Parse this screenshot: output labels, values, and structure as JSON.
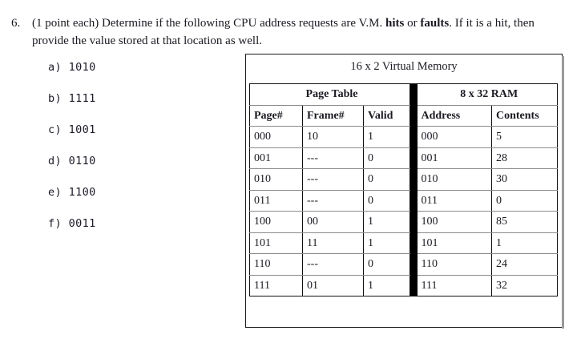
{
  "question": {
    "number": "6.",
    "line1_a": "(1 point each) Determine if the following CPU address requests are V.M. ",
    "bold1": "hits",
    "line1_b": " or ",
    "bold2": "faults",
    "line1_c": ". If it is a hit, then",
    "line2": "provide the value stored at that location as well."
  },
  "answers": [
    {
      "label": "a) 1010"
    },
    {
      "label": "b) 1111"
    },
    {
      "label": "c) 1001"
    },
    {
      "label": "d) 0110"
    },
    {
      "label": "e) 1100"
    },
    {
      "label": "f) 0011"
    }
  ],
  "diagram": {
    "title": "16 x 2 Virtual Memory",
    "group_headers": {
      "page_table": "Page Table",
      "ram": "8 x 32 RAM"
    },
    "columns": {
      "page": "Page#",
      "frame": "Frame#",
      "valid": "Valid",
      "address": "Address",
      "contents": "Contents"
    },
    "rows": [
      {
        "page": "000",
        "frame": "10",
        "valid": "1",
        "address": "000",
        "contents": "5"
      },
      {
        "page": "001",
        "frame": "---",
        "valid": "0",
        "address": "001",
        "contents": "28"
      },
      {
        "page": "010",
        "frame": "---",
        "valid": "0",
        "address": "010",
        "contents": "30"
      },
      {
        "page": "011",
        "frame": "---",
        "valid": "0",
        "address": "011",
        "contents": "0"
      },
      {
        "page": "100",
        "frame": "00",
        "valid": "1",
        "address": "100",
        "contents": "85"
      },
      {
        "page": "101",
        "frame": "11",
        "valid": "1",
        "address": "101",
        "contents": "1"
      },
      {
        "page": "110",
        "frame": "---",
        "valid": "0",
        "address": "110",
        "contents": "24"
      },
      {
        "page": "111",
        "frame": "01",
        "valid": "1",
        "address": "111",
        "contents": "32"
      }
    ]
  },
  "colors": {
    "page_background": "#ffffff",
    "text": "#1a1a22",
    "divider": "#000000",
    "grid_horizontal": "#8a8a8a",
    "grid_vertical": "#111111"
  }
}
